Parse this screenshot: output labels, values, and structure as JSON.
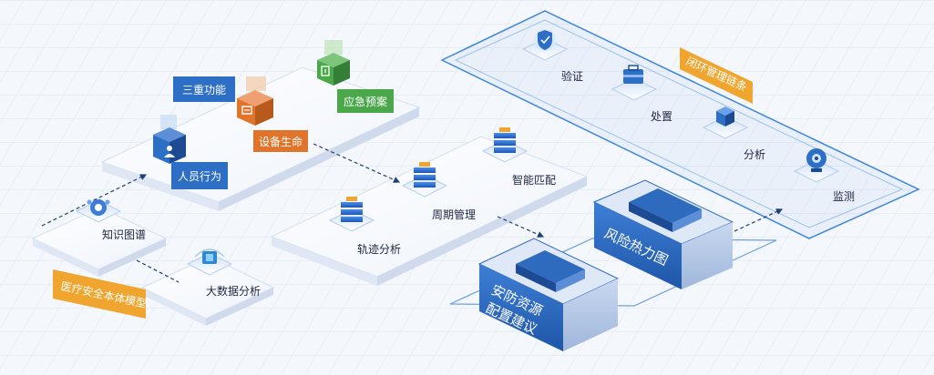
{
  "tags": {
    "triple_function": "三重功能",
    "medical_safety_model": "医疗安全本体模型",
    "closed_loop_chain": "闭环管理链条"
  },
  "top_platform": {
    "person_behavior": "人员行为",
    "equipment_life": "设备生命",
    "emergency_plan": "应急预案"
  },
  "left_nodes": {
    "knowledge_graph": "知识图谱",
    "big_data_analysis": "大数据分析"
  },
  "middle_nodes": {
    "trajectory_analysis": "轨迹分析",
    "cycle_management": "周期管理",
    "intelligent_matching": "智能匹配"
  },
  "loop_nodes": {
    "verify": "验证",
    "handle": "处置",
    "analyze": "分析",
    "monitor": "监测"
  },
  "blocks": {
    "risk_heatmap": "风险热力图",
    "security_line1": "安防资源",
    "security_line2": "配置建议"
  },
  "colors": {
    "tag_blue": "#2c6fc4",
    "tag_orange": "#f0a52e",
    "tag_green": "#4aa84b",
    "tag_red_orange": "#e0742a",
    "block_top": "#2e6bbf",
    "block_side": "#1c4a93",
    "loop_border": "#3d86d8"
  },
  "icons": {
    "person": "person-icon",
    "equipment": "equipment-icon",
    "emergency": "emergency-doc-icon",
    "server": "server-stack-icon",
    "knowledge": "network-node-icon",
    "bigdata": "data-chip-icon",
    "verify": "shield-check-icon",
    "handle": "toolbox-icon",
    "analyze": "cube-analysis-icon",
    "monitor": "camera-monitor-icon"
  }
}
